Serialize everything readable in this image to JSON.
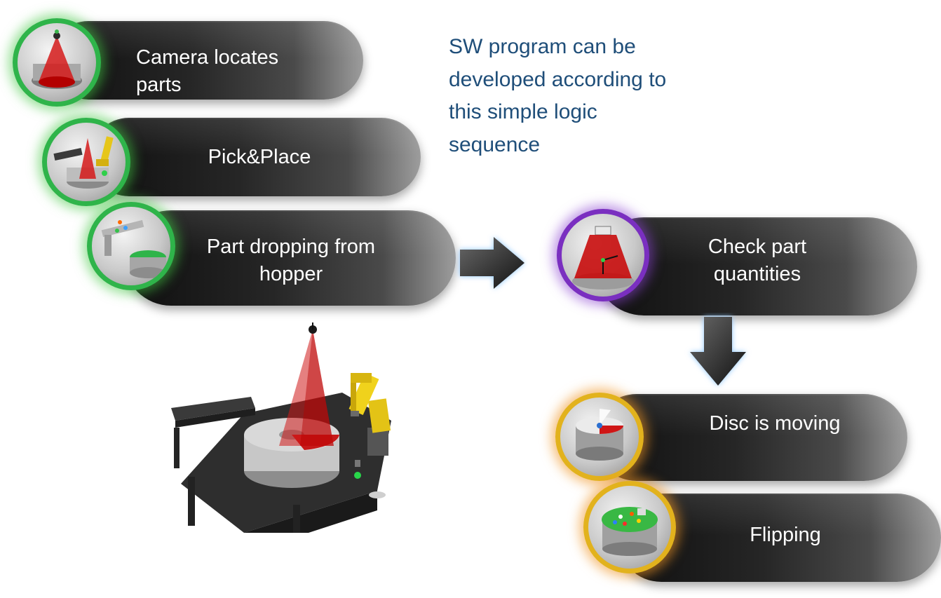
{
  "caption": "SW program can be developed according to this simple logic sequence",
  "left_steps": [
    {
      "label": "Camera locates parts",
      "icon": "camera-cone-icon",
      "ring_color": "#2fb44a"
    },
    {
      "label": "Pick&Place",
      "icon": "robot-arm-icon",
      "ring_color": "#2fb44a"
    },
    {
      "label": "Part dropping from hopper",
      "icon": "hopper-icon",
      "ring_color": "#2fb44a"
    }
  ],
  "right_steps": [
    {
      "label": "Check part quantities",
      "icon": "vision-check-icon",
      "ring_color": "#7a2fc0"
    },
    {
      "label": "Disc is moving",
      "icon": "rotating-disc-icon",
      "ring_color": "#e2b21d"
    },
    {
      "label": "Flipping",
      "icon": "flipping-parts-icon",
      "ring_color": "#e2b21d"
    }
  ],
  "arrows": [
    "right-arrow-icon",
    "down-arrow-icon"
  ],
  "illustration": "robot-cell-illustration"
}
